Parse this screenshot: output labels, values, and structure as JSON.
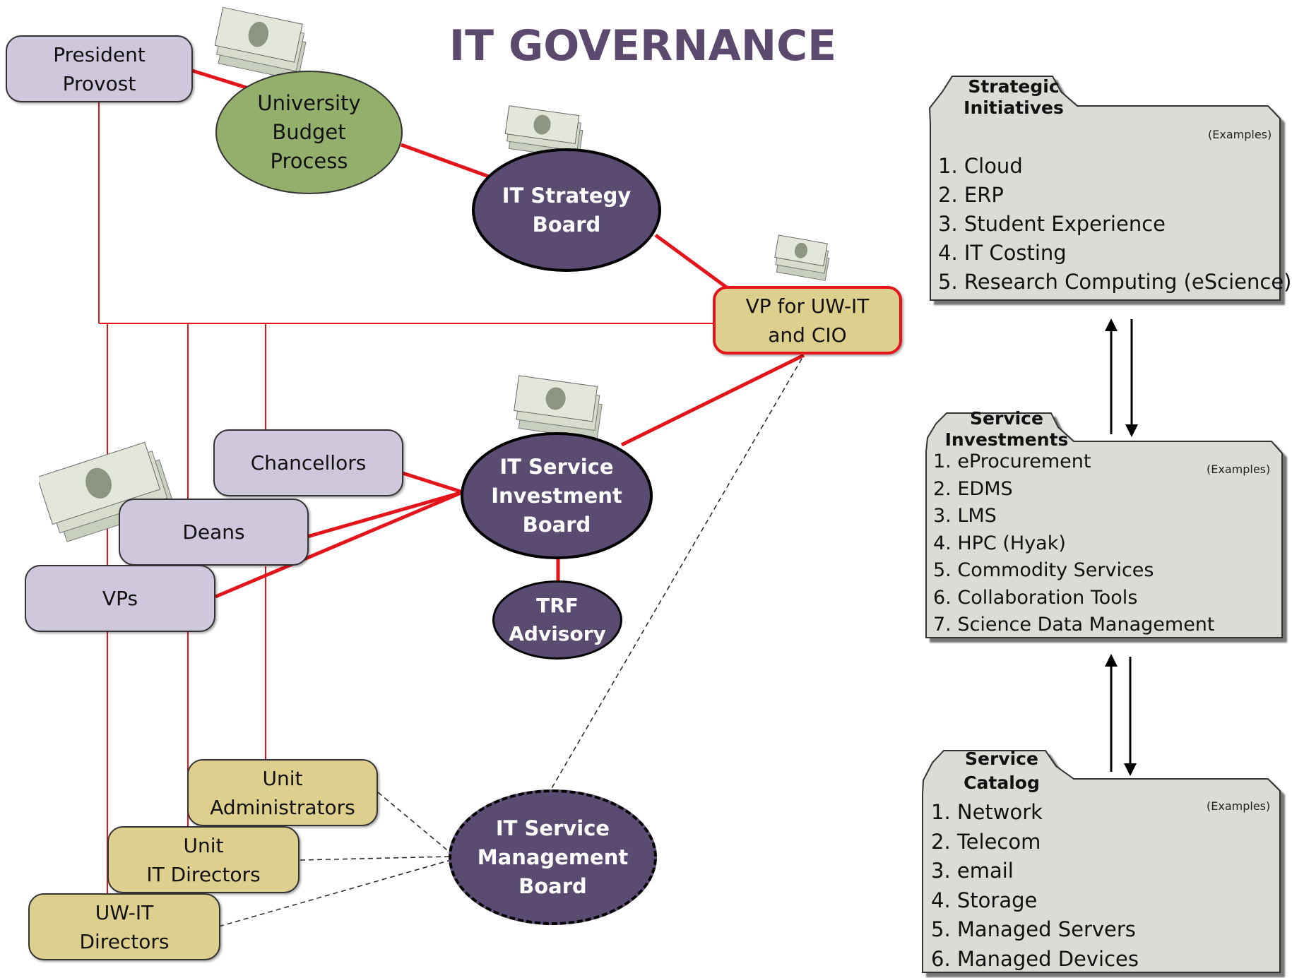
{
  "title": "IT GOVERNANCE",
  "nodes": {
    "president": "President\nProvost",
    "budget": "University\nBudget\nProcess",
    "strategy_board": "IT Strategy\nBoard",
    "cio": "VP for UW-IT\nand CIO",
    "chancellors": "Chancellors",
    "deans": "Deans",
    "vps": "VPs",
    "investment_board": "IT Service\nInvestment\nBoard",
    "trf": "TRF\nAdvisory",
    "unit_admin": "Unit\nAdministrators",
    "unit_it": "Unit\nIT Directors",
    "uwit_directors": "UW-IT\nDirectors",
    "management_board": "IT Service\nManagement\nBoard"
  },
  "panels": {
    "strategic": {
      "title": "Strategic\nInitiatives",
      "note": "(Examples)",
      "items": [
        "1. Cloud",
        "2. ERP",
        "3. Student Experience",
        "4. IT Costing",
        "5. Research Computing (eScience)"
      ]
    },
    "investments": {
      "title": "Service\nInvestments",
      "note": "(Examples)",
      "items": [
        "1. eProcurement",
        "2. EDMS",
        "3. LMS",
        "4. HPC (Hyak)",
        "5. Commodity Services",
        "6. Collaboration Tools",
        "7. Science Data Management"
      ]
    },
    "catalog": {
      "title": "Service\nCatalog",
      "note": "(Examples)",
      "items": [
        "1. Network",
        "2. Telecom",
        "3. email",
        "4. Storage",
        "5. Managed Servers",
        "6. Managed Devices"
      ]
    }
  },
  "colors": {
    "red_line": "#e3141a",
    "purple_node": "#5a4b70",
    "lavender_box": "#cfc7dc",
    "tan_box": "#ddd08f",
    "green_node": "#94ae6c",
    "folder_fill": "#dcdcd7",
    "title": "#5b4a6e"
  }
}
